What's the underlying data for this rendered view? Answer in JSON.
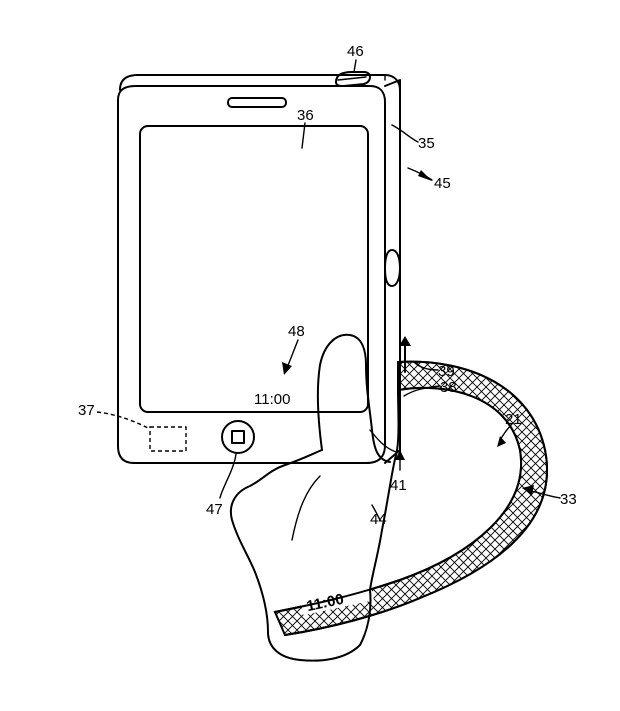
{
  "figure": {
    "device_clock": "11:00",
    "band_clock": "11:00",
    "labels": {
      "l46": "46",
      "l36": "36",
      "l35": "35",
      "l45": "45",
      "l48": "48",
      "l39": "39",
      "l38": "38",
      "l21": "21",
      "l37": "37",
      "l41": "41",
      "l33": "33",
      "l47": "47",
      "l44": "44"
    }
  }
}
